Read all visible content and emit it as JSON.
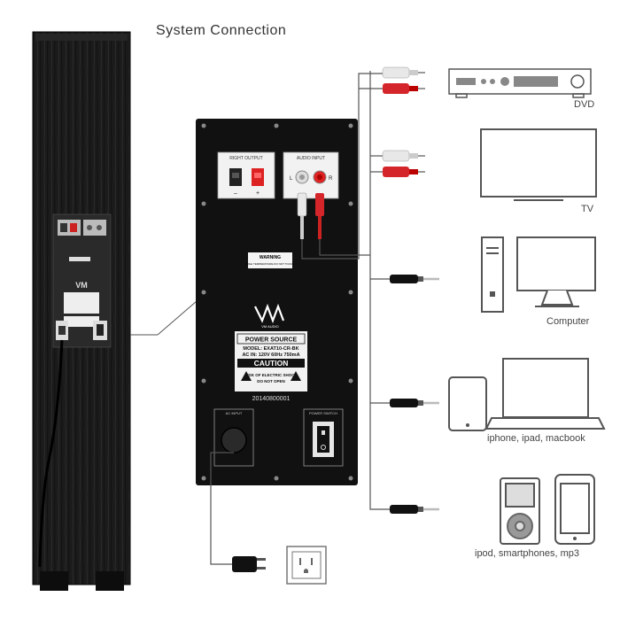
{
  "title": "System Connection",
  "devices": {
    "dvd": "DVD",
    "tv": "TV",
    "computer": "Computer",
    "laptop_tablet": "iphone, ipad, macbook",
    "mobile": "ipod, smartphones, mp3"
  },
  "panel": {
    "right_output": "RIGHT OUTPUT",
    "audio_input": "AUDIO INPUT",
    "channel_left": "L",
    "channel_right": "R",
    "minus": "–",
    "plus": "+",
    "warning_title": "WARNING",
    "warning_text": "HIGH TEMPERATURE DO NOT TOUCH",
    "brand_sub": "VM AUDIO",
    "power_source": "POWER SOURCE",
    "model": "MODEL: EXAT10-CR-BK",
    "ac_in": "AC IN: 120V 60Hz 750mA",
    "caution": "CAUTION",
    "caution_text_1": "RISK OF ELECTRIC SHOCK",
    "caution_text_2": "DO NOT OPEN",
    "serial": "20140800001",
    "ac_input": "AC INPUT",
    "power_switch": "POWER SWITCH"
  },
  "colors": {
    "panel": "#111111",
    "speaker_wood": "#1a1a1a",
    "rca_red": "#d4252b",
    "rca_white": "#e8e8e8",
    "line": "#555555"
  }
}
